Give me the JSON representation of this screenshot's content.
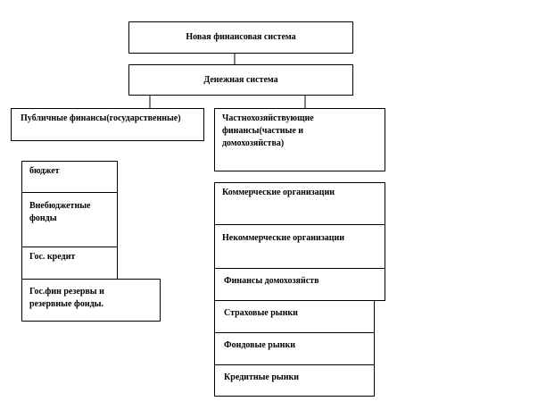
{
  "nodes": {
    "new_fin_system": "Новая финансовая система",
    "money_system": "Денежная система",
    "public_finance": "Публичные финансы(государственные)",
    "private_finance": "Частнохозяйствующие финансы(частные и домохозяйства)",
    "budget": "бюджет",
    "offbudget_funds": "Внебюджетные фонды",
    "state_credit": "Гос. кредит",
    "reserves": "Гос.фин резервы и резервные фонды.",
    "commercial_orgs": "Коммерческие организации",
    "noncommercial_orgs": "Некоммерческие организации",
    "household_finance": "Финансы домохозяйств",
    "insurance_markets": "Страховые рынки",
    "stock_markets": "Фондовые рынки",
    "credit_markets": "Кредитные рынки"
  }
}
